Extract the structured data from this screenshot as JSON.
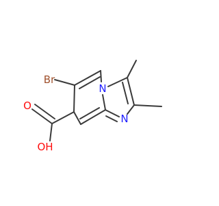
{
  "molecule": {
    "labels": {
      "bromine": "Br",
      "ring_nitrogen": "N",
      "imidazole_nitrogen": "N",
      "carbonyl_oxygen": "O",
      "hydroxyl": "OH"
    },
    "colors": {
      "bond": "#3a3a3a",
      "bromine": "#a0522d",
      "nitrogen": "#2020ff",
      "oxygen": "#ff0d0d"
    }
  }
}
